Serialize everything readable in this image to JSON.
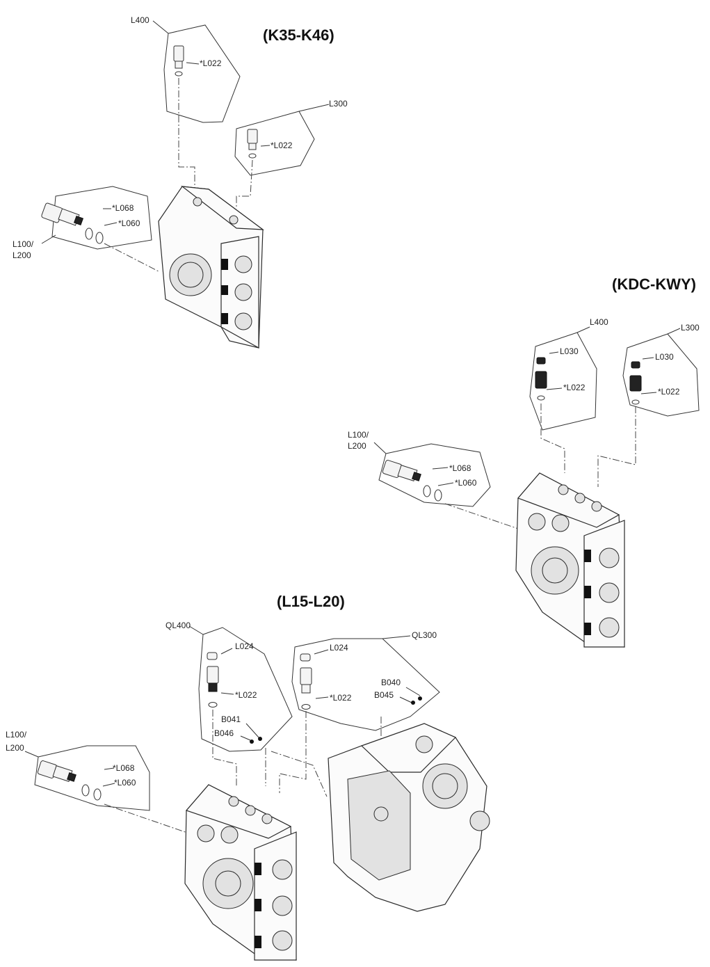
{
  "sections": {
    "k35": "(K35-K46)",
    "kdc": "(KDC-KWY)",
    "l15": "(L15-L20)"
  },
  "labels": {
    "k_l400": "L400",
    "k_l022_a": "*L022",
    "k_l300": "L300",
    "k_l022_b": "*L022",
    "k_l068": "*L068",
    "k_l060": "*L060",
    "k_l100_1": "L100/",
    "k_l100_2": "L200",
    "d_l400": "L400",
    "d_l030_a": "L030",
    "d_l022_a": "*L022",
    "d_l300": "L300",
    "d_l030_b": "L030",
    "d_l022_b": "*L022",
    "d_l100_1": "L100/",
    "d_l100_2": "L200",
    "d_l068": "*L068",
    "d_l060": "*L060",
    "q_ql400": "QL400",
    "q_l024_a": "L024",
    "q_l022_a": "*L022",
    "q_b041": "B041",
    "q_b046": "B046",
    "q_ql300": "QL300",
    "q_l024_b": "L024",
    "q_l022_b": "*L022",
    "q_b040": "B040",
    "q_b045": "B045",
    "q_l100_1": "L100/",
    "q_l100_2": "L200",
    "q_l068": "*L068",
    "q_l060": "*L060"
  }
}
